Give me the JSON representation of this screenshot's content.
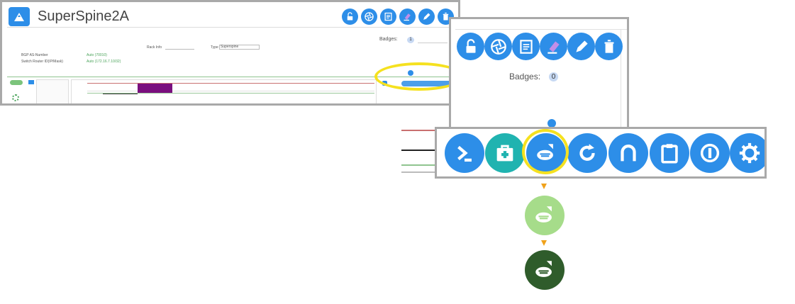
{
  "device": {
    "title": "SuperSpine2A",
    "rack_info_label": "Rack Info",
    "type_label": "Type",
    "type_value": "Superspine",
    "bgp_label": "BGP AS-Number",
    "bgp_value": "Auto (70010)",
    "router_label": "Switch Router ID(IP/Mask)",
    "router_value": "Auto (172.16.7.10/32)",
    "badges_label": "Badges:",
    "badges_count_small": "1",
    "badges_count_zoom": "0"
  },
  "toolbar_top": {
    "icons": [
      "unlock-icon",
      "aperture-icon",
      "notes-icon",
      "eraser-icon",
      "pencil-icon",
      "trash-icon"
    ]
  },
  "toolbar_big": {
    "icons": [
      "terminal-icon",
      "medical-kit-icon",
      "disk-file-icon",
      "refresh-icon",
      "arch-icon",
      "clipboard-icon",
      "power-icon",
      "settings-gear-icon"
    ]
  },
  "colors": {
    "primary_blue": "#2d8ee8",
    "teal": "#20b3b0",
    "highlight_yellow": "#f5e11f",
    "arrow_orange": "#f0a21b",
    "state_light_green": "#a6dc8a",
    "state_dark_green": "#2f5c2b",
    "bar_purple": "#7a0f7e"
  }
}
